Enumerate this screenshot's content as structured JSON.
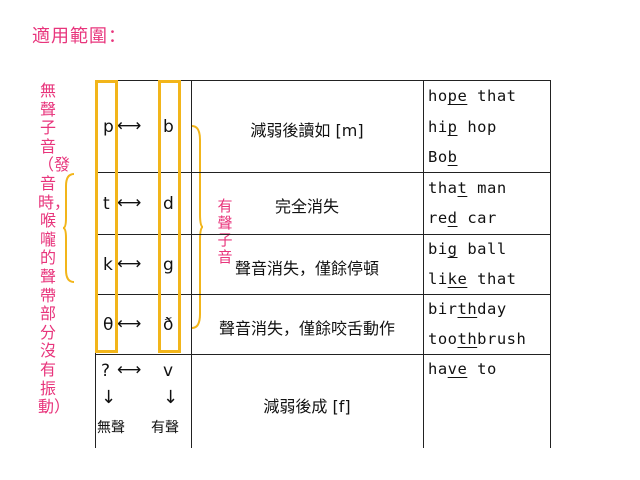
{
  "title": "適用範圍：",
  "side_left": "無聲子音（發音時，喉嚨的聲帶部分沒有振動）",
  "side_mid": "有聲子音",
  "rows": [
    {
      "left": "p",
      "right": "b",
      "desc": "減弱後讀如 [m]",
      "examples": [
        {
          "pre": "ho",
          "u": "pe",
          "post": " that"
        },
        {
          "pre": "hi",
          "u": "p",
          "post": " hop"
        },
        {
          "pre": "Bo",
          "u": "b",
          "post": ""
        }
      ]
    },
    {
      "left": "t",
      "right": "d",
      "desc": "完全消失",
      "examples": [
        {
          "pre": "tha",
          "u": "t",
          "post": " man"
        },
        {
          "pre": "re",
          "u": "d",
          "post": " car"
        }
      ]
    },
    {
      "left": "k",
      "right": "g",
      "desc": "聲音消失，僅餘停頓",
      "examples": [
        {
          "pre": "bi",
          "u": "g",
          "post": " ball"
        },
        {
          "pre": "li",
          "u": "ke",
          "post": " that"
        }
      ]
    },
    {
      "left": "θ",
      "right": "ð",
      "desc": "聲音消失，僅餘咬舌動作",
      "examples": [
        {
          "pre": "bir",
          "u": "th",
          "post": "day"
        },
        {
          "pre": "too",
          "u": "th",
          "post": "brush"
        }
      ]
    },
    {
      "left": "?",
      "right": "v",
      "desc": "減弱後成 [f]",
      "examples": [
        {
          "pre": "ha",
          "u": "ve",
          "post": " to"
        }
      ],
      "left_label": "無聲",
      "right_label": "有聲"
    }
  ],
  "colors": {
    "accent_pink": "#e8357c",
    "highlight_yellow": "#f2b51a"
  },
  "icons": {
    "pair_arrow": "left-right-arrow-icon",
    "down_arrow": "down-arrow-icon",
    "brace": "curly-brace-icon"
  }
}
